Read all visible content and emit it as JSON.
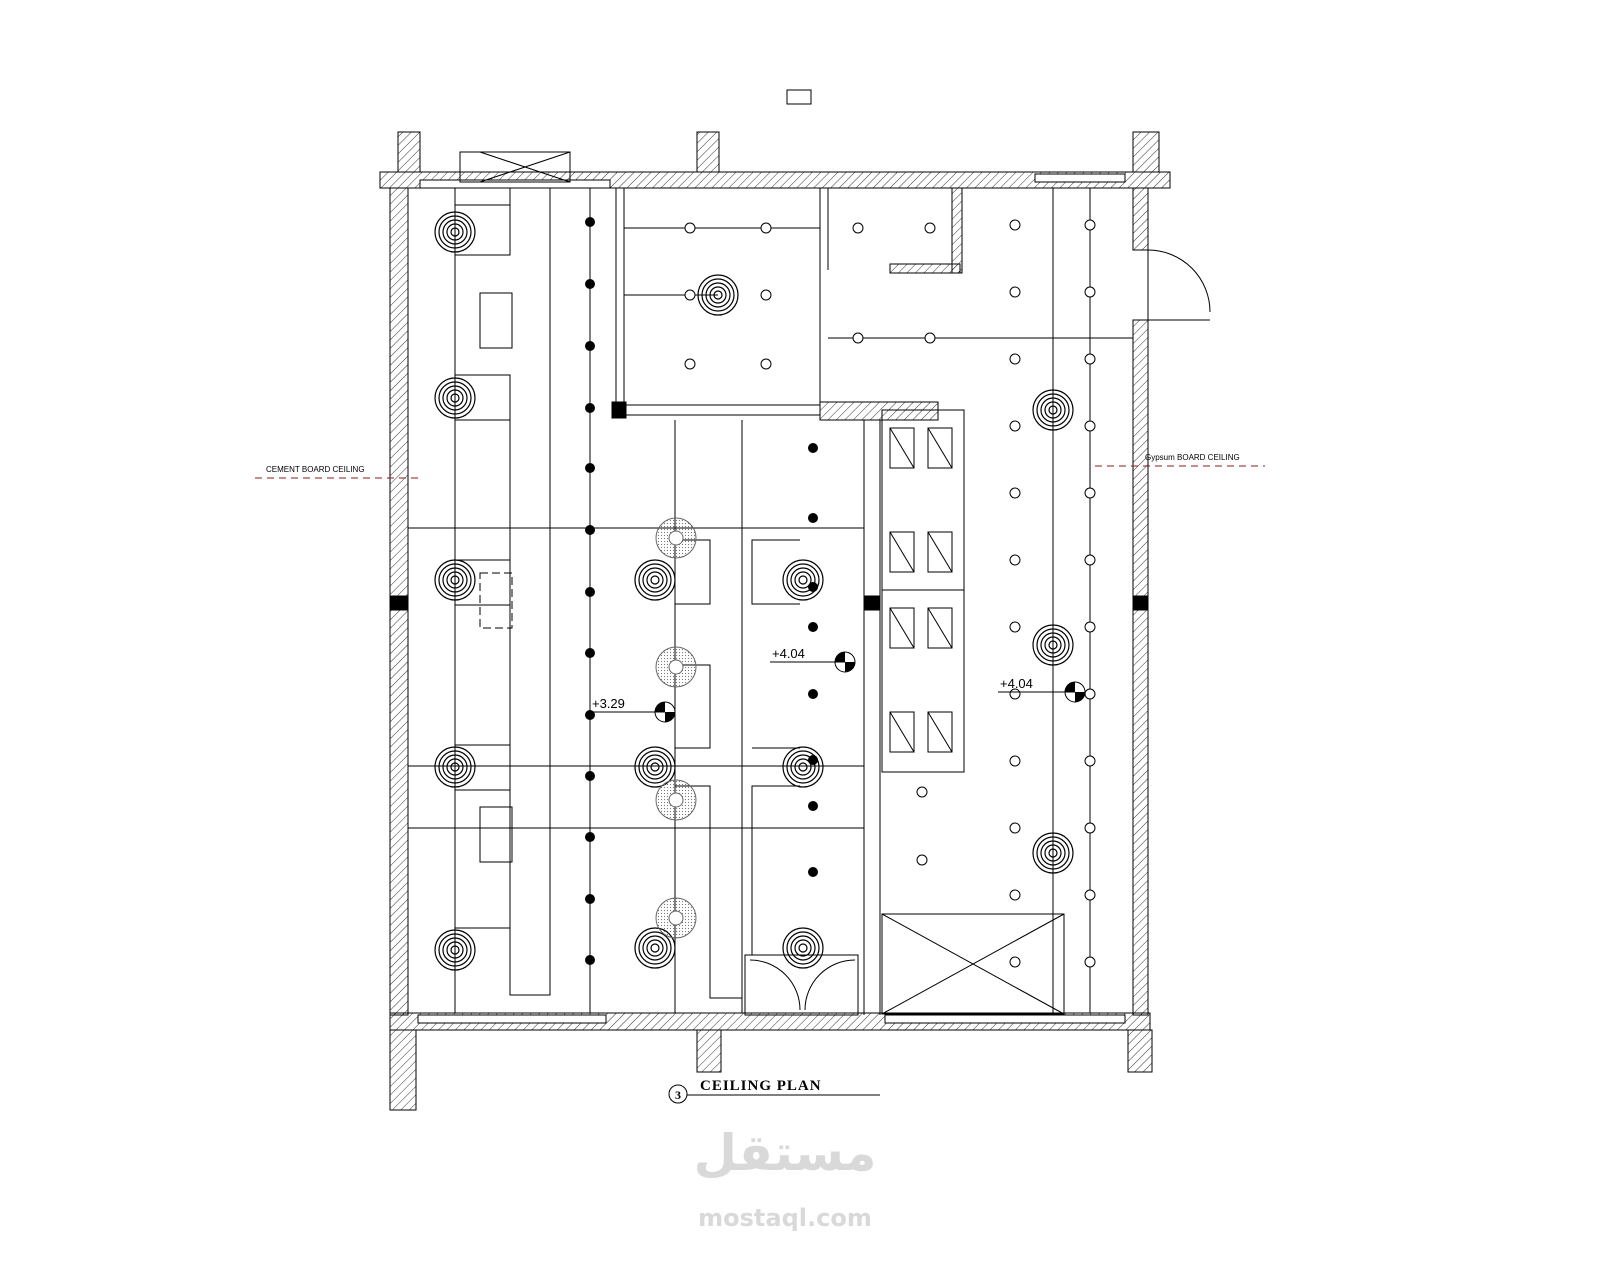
{
  "drawing": {
    "title": "CEILING PLAN",
    "number": "3",
    "labels": {
      "left": "CEMENT BOARD CEILING",
      "right": "Gypsum BOARD CEILING"
    },
    "elevations": [
      "+3.29",
      "+4.04",
      "+4.04"
    ]
  },
  "watermark": {
    "arabic": "مستقل",
    "site": "mostaql.com"
  },
  "colors": {
    "line": "#000000",
    "label_leader": "#8b1a1a",
    "watermark": "#d9d9d9"
  }
}
